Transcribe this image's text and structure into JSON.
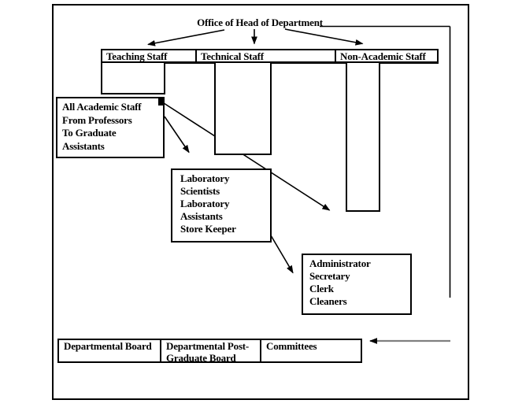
{
  "title": "Office of Head of Department",
  "staff_header": {
    "cells": [
      {
        "label": "Teaching Staff"
      },
      {
        "label": "Technical Staff"
      },
      {
        "label": "Non-Academic Staff"
      }
    ]
  },
  "academic_box": {
    "lines": [
      "All Academic Staff",
      "From Professors",
      "To Graduate",
      "Assistants"
    ]
  },
  "laboratory_box": {
    "lines": [
      "Laboratory",
      "Scientists",
      "Laboratory",
      "Assistants",
      "Store Keeper"
    ]
  },
  "admin_box": {
    "lines": [
      "Administrator",
      "Secretary",
      "Clerk",
      "Cleaners"
    ]
  },
  "bottom_row": {
    "cells": [
      {
        "label": "Departmental Board"
      },
      {
        "label": "Departmental Post-Graduate Board"
      },
      {
        "label": "Committees"
      }
    ]
  },
  "colors": {
    "line": "#000000",
    "bottom_arrow": "#808080",
    "background": "#ffffff"
  }
}
